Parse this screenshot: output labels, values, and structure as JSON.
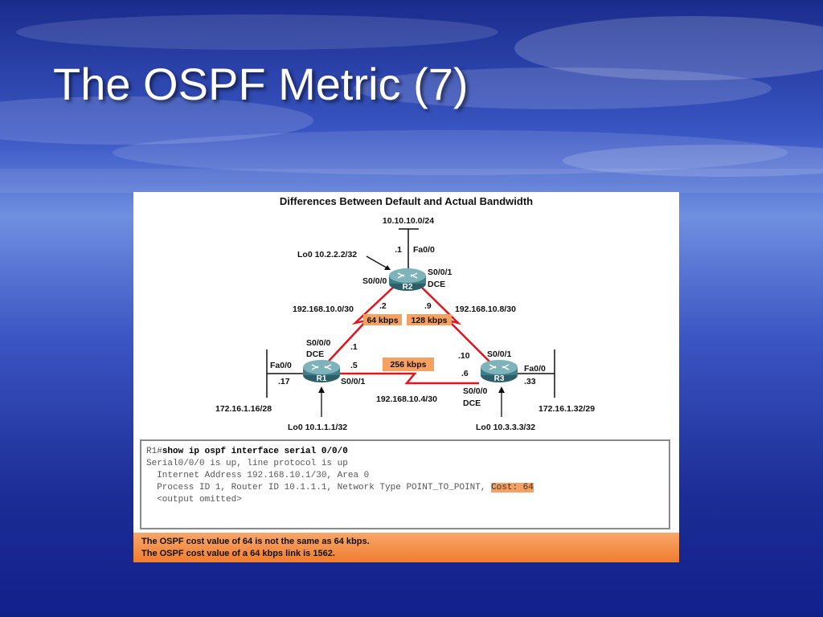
{
  "slide": {
    "title": "The OSPF Metric (7)"
  },
  "diagram": {
    "title": "Differences Between Default and Actual Bandwidth",
    "routers": [
      {
        "id": "R2",
        "label": "R2"
      },
      {
        "id": "R1",
        "label": "R1"
      },
      {
        "id": "R3",
        "label": "R3"
      }
    ],
    "labels": {
      "r2_lan": "10.10.10.0/24",
      "r2_fa_ip": ".1",
      "r2_fa": "Fa0/0",
      "r2_lo": "Lo0 10.2.2.2/32",
      "r2_s000": "S0/0/0",
      "r2_s001": "S0/0/1",
      "r2_dce": "DCE",
      "net_r1r2": "192.168.10.0/30",
      "net_r2r3": "192.168.10.8/30",
      "r2_ip_left": ".2",
      "r2_ip_right": ".9",
      "bw_r1r2": "64 kbps",
      "bw_r2r3": "128 kbps",
      "r1_s000": "S0/0/0",
      "r1_dce": "DCE",
      "r1_ip_up": ".1",
      "r1_ip_right": ".5",
      "r1_fa": "Fa0/0",
      "r1_fa_ip": ".17",
      "r1_s001": "S0/0/1",
      "r1_lan": "172.16.1.16/28",
      "r1_lo": "Lo0 10.1.1.1/32",
      "bw_r1r3": "256 kbps",
      "net_r1r3": "192.168.10.4/30",
      "r3_ip_up": ".10",
      "r3_s001": "S0/0/1",
      "r3_ip_left": ".6",
      "r3_fa": "Fa0/0",
      "r3_fa_ip": ".33",
      "r3_s000": "S0/0/0",
      "r3_dce": "DCE",
      "r3_lan": "172.16.1.32/29",
      "r3_lo": "Lo0 10.3.3.3/32"
    }
  },
  "cli": {
    "prompt": "R1#",
    "command": "show ip ospf interface serial 0/0/0",
    "line2": "Serial0/0/0 is up, line protocol is up",
    "line3": "  Internet Address 192.168.10.1/30, Area 0",
    "line4": "  Process ID 1, Router ID 10.1.1.1, Network Type POINT_TO_POINT, ",
    "cost": "Cost: 64",
    "line5": "  <output omitted>"
  },
  "notes": {
    "line1": "The OSPF cost value of 64 is not the same as 64 kbps.",
    "line2": "The OSPF cost value of a 64 kbps link is 1562."
  },
  "colors": {
    "link": "#e3141b",
    "bandwidth_badge": "#f6a062",
    "router": "#3f7f8a"
  }
}
